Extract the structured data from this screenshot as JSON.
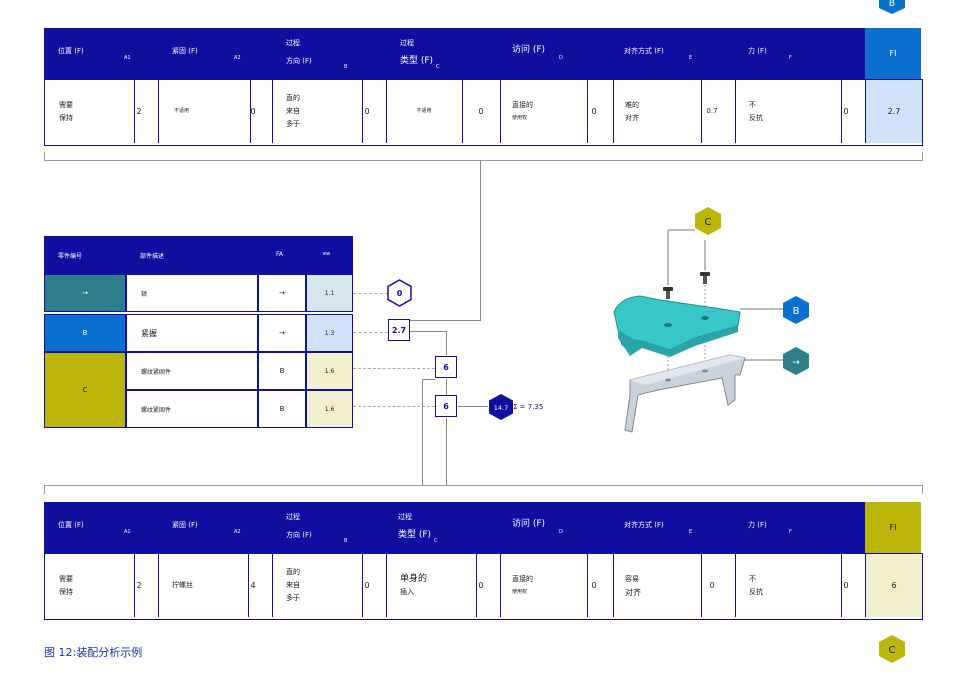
{
  "top_table": {
    "headers": {
      "position": "位置 (F)",
      "a1": "A1",
      "grip": "紧固 (F)",
      "a2": "A2",
      "process_dir_1": "过程",
      "process_dir_2": "方向 (F)",
      "b": "B",
      "process_type_1": "过程",
      "process_type_2": "类型 (F)",
      "c": "C",
      "access": "访问 (F)",
      "d": "D",
      "align": "对齐方式 (F)",
      "e": "E",
      "force": "力 (F)",
      "f": "F",
      "fi": "FI"
    },
    "values": {
      "pos_1": "需要",
      "pos_2": "保持",
      "pos_num": "2",
      "grip_text": "不适用",
      "grip_num": "0",
      "dir_1": "直的",
      "dir_2": "来自",
      "dir_3": "多于",
      "dir_num": "0",
      "type_text": "不适用",
      "type_num": "0",
      "access_1": "直接的",
      "access_2": "使用权",
      "access_num": "0",
      "align_1": "难的",
      "align_2": "对齐",
      "align_num": "0.7",
      "force_1": "不",
      "force_2": "反抗",
      "force_num": "0",
      "fi": "2.7"
    }
  },
  "bottom_table": {
    "headers": {
      "position": "位置 (F)",
      "a1": "A1",
      "grip": "紧固 (F)",
      "a2": "A2",
      "process_dir_1": "过程",
      "process_dir_2": "方向 (F)",
      "b": "B",
      "process_type_1": "过程",
      "process_type_2": "类型 (F)",
      "c": "C",
      "access": "访问 (F)",
      "d": "D",
      "align": "对齐方式 (F)",
      "e": "E",
      "force": "力 (F)",
      "f": "F",
      "fi": "FI"
    },
    "values": {
      "pos_1": "需要",
      "pos_2": "保持",
      "pos_num": "2",
      "grip_text": "拧螺丝",
      "grip_num": "4",
      "dir_1": "直的",
      "dir_2": "来自",
      "dir_3": "多于",
      "dir_num": "0",
      "type_1": "单身的",
      "type_2": "插入",
      "type_num": "0",
      "access_1": "直接的",
      "access_2": "使用权",
      "access_num": "0",
      "align_1": "容易",
      "align_2": "对齐",
      "align_num": "0",
      "force_1": "不",
      "force_2": "反抗",
      "force_num": "0",
      "fi": "6"
    }
  },
  "parts_table": {
    "headers": {
      "part_no": "零件编号",
      "desc": "部件描述",
      "fa": "FA",
      "col4": "ew"
    },
    "rows": [
      {
        "id": "→",
        "desc": "顿",
        "fa": "→",
        "val": "1.1"
      },
      {
        "id": "B",
        "desc": "紧握",
        "fa": "→",
        "val": "1.3"
      },
      {
        "id": "C",
        "desc": "螺纹紧固件",
        "fa": "B",
        "val": "1.6"
      },
      {
        "id": "",
        "desc": "螺纹紧固件",
        "fa": "B",
        "val": "1.6"
      }
    ]
  },
  "nodes": {
    "hex_top": "0",
    "box_a": "2.7",
    "box_b": "6",
    "box_c": "6",
    "hex_result": "14.7",
    "sum_text": "Σ = 7.35"
  },
  "badges": {
    "top_right": "B",
    "bottom_right": "C",
    "diagram_c": "C",
    "diagram_b": "B",
    "diagram_arrow": "→"
  },
  "caption": "图 12:装配分析示例",
  "colors": {
    "header_blue": "#0f0fa0",
    "fi_blue": "#0b6fd0",
    "fi_blue_light": "#cfe2f7",
    "olive": "#bcb50a",
    "olive_light": "#f2efcf",
    "teal": "#2e7f8a",
    "part_blue": "#0b6fd0"
  }
}
